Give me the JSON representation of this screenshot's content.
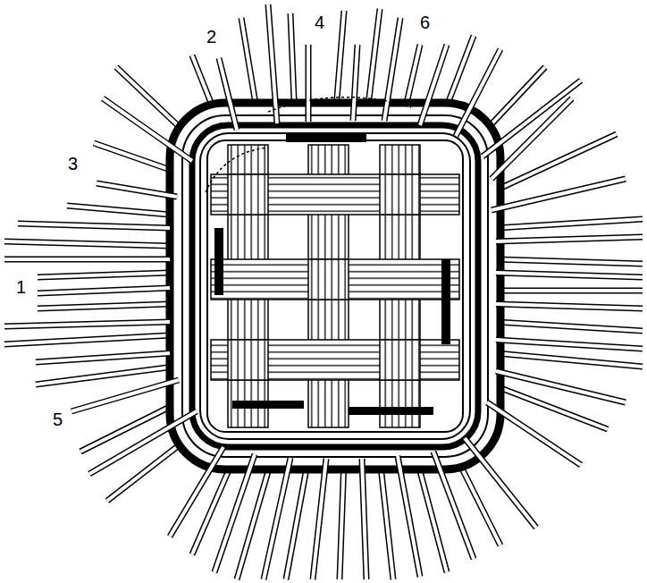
{
  "diagram": {
    "labels": [
      "2",
      "4",
      "6",
      "3",
      "1",
      "5"
    ]
  }
}
